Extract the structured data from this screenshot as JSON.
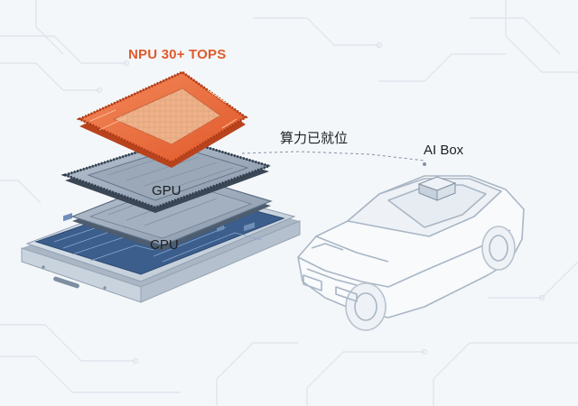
{
  "labels": {
    "npu": "NPU 30+ TOPS",
    "gpu": "GPU",
    "cpu": "CPU",
    "ready": "算力已就位",
    "ai_box": "AI Box"
  },
  "colors": {
    "npu_accent": "#e05a2b",
    "chip_dark": "#5d6f85",
    "board_blue": "#3c5e8c",
    "phone_silver": "#c9d3de",
    "background": "#f4f7fa",
    "car_outline": "#a9b6c4"
  }
}
